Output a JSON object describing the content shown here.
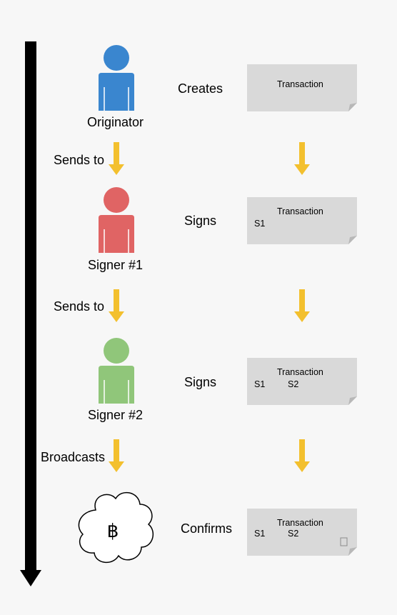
{
  "colors": {
    "originator": "#3a86cf",
    "signer1": "#e06464",
    "signer2": "#90c67a",
    "arrow": "#f3c02e",
    "document": "#d9d9d9",
    "timeline": "#000000"
  },
  "actors": [
    {
      "name": "Originator",
      "action": "Creates"
    },
    {
      "name": "Signer #1",
      "action": "Signs"
    },
    {
      "name": "Signer #2",
      "action": "Signs"
    },
    {
      "name": "",
      "symbol": "฿",
      "action": "Confirms"
    }
  ],
  "transitions": [
    "Sends to",
    "Sends to",
    "Broadcasts"
  ],
  "documents": [
    {
      "title": "Transaction",
      "signatures": []
    },
    {
      "title": "Transaction",
      "signatures": [
        "S1"
      ]
    },
    {
      "title": "Transaction",
      "signatures": [
        "S1",
        "S2"
      ]
    },
    {
      "title": "Transaction",
      "signatures": [
        "S1",
        "S2"
      ],
      "checkbox": true
    }
  ],
  "icons": {
    "person": "person-icon",
    "cloud": "cloud-icon",
    "arrow": "arrow-down-icon"
  }
}
